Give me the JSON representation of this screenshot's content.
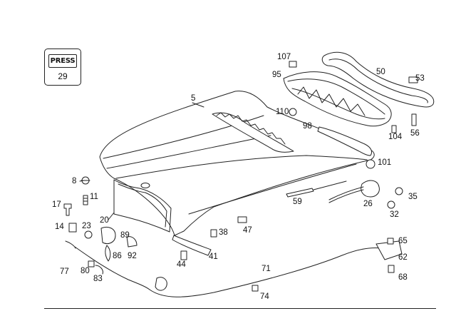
{
  "press_box": {
    "label": "PRESS",
    "number": "29"
  },
  "labels": [
    "5",
    "8",
    "11",
    "14",
    "17",
    "20",
    "23",
    "26",
    "32",
    "35",
    "38",
    "41",
    "44",
    "47",
    "50",
    "53",
    "56",
    "59",
    "62",
    "65",
    "68",
    "71",
    "74",
    "77",
    "80",
    "83",
    "86",
    "89",
    "92",
    "95",
    "98",
    "101",
    "104",
    "107",
    "110"
  ]
}
